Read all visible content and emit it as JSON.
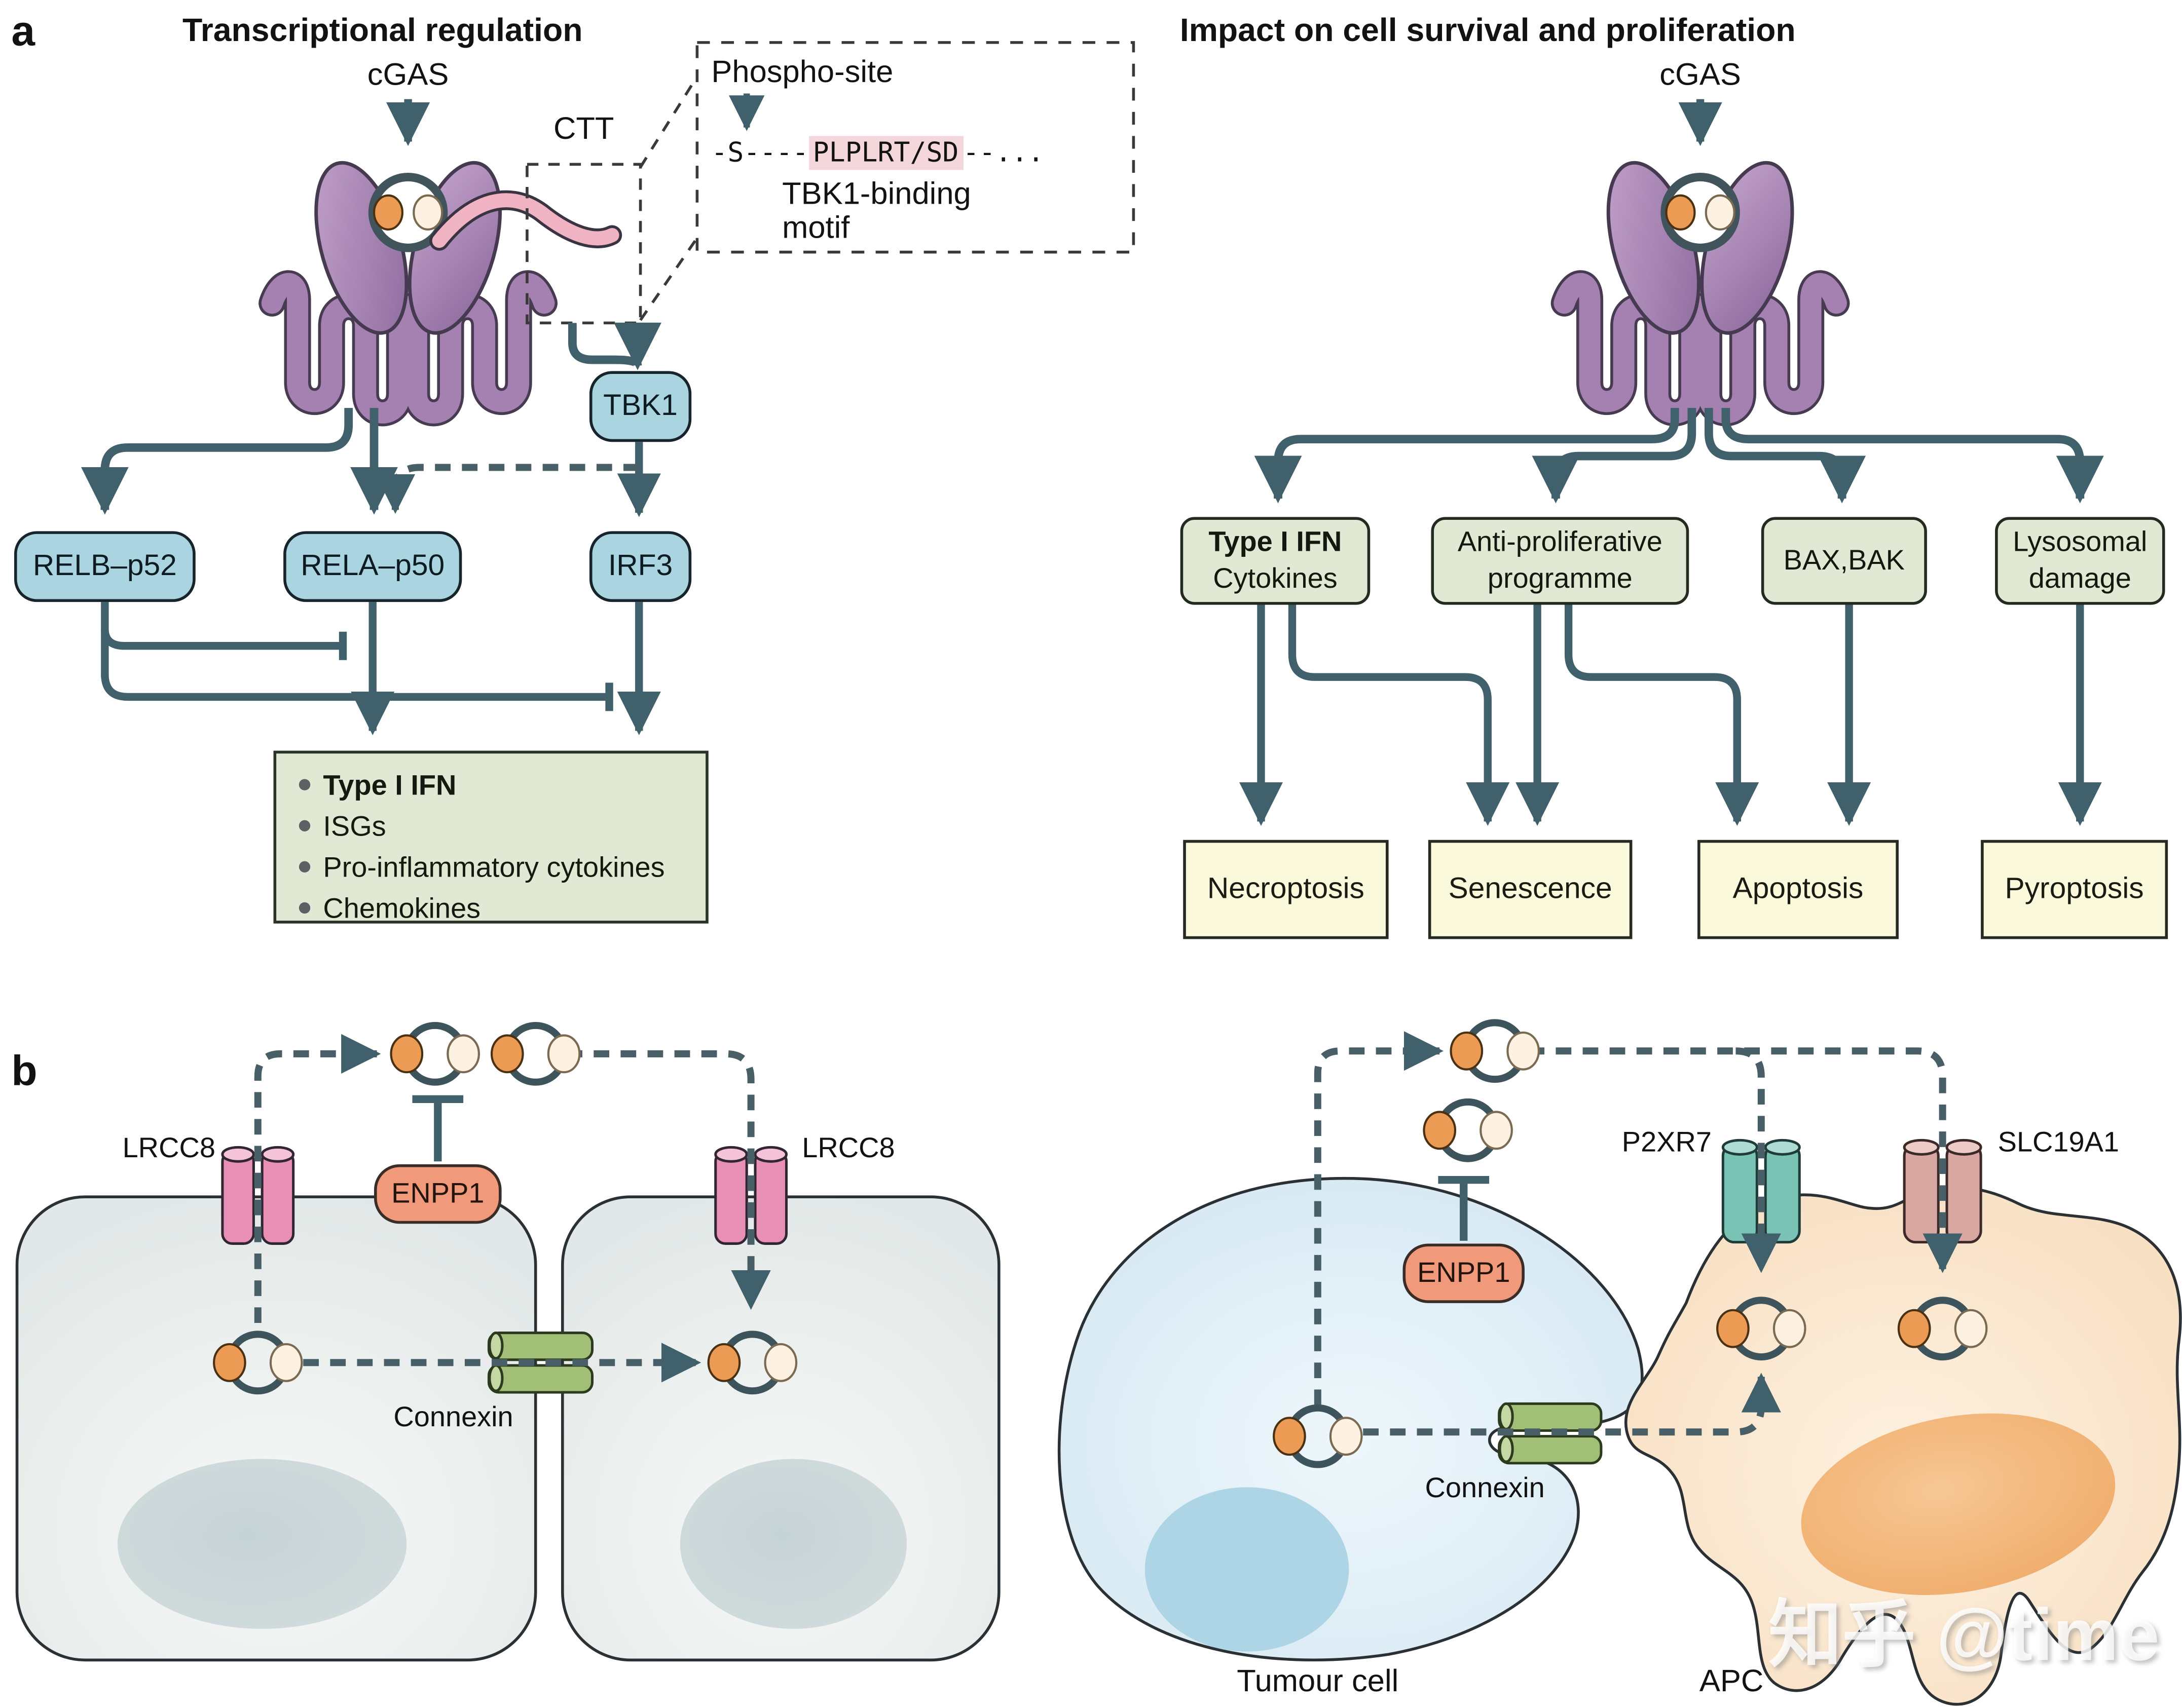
{
  "colors": {
    "arrow": "#40606c",
    "node_blue": "#aad4e0",
    "box_green": "#e1e8d3",
    "box_yellow": "#fbf9dc",
    "sting_purple": "#a581b1",
    "cgamp_orange": "#eb9b53",
    "cgamp_cream": "#fdf2e2",
    "enpp1_salmon": "#f0997b",
    "lrcc8_pink": "#e78fb4",
    "connexin_green": "#a2bf77",
    "p2xr7_teal": "#79c2b4",
    "slc19a1_rose": "#d9a7a2",
    "sequence_highlight": "#f3d7da"
  },
  "panel_a": {
    "label": "a",
    "left": {
      "title": "Transcriptional regulation",
      "cgas": "cGAS",
      "ctt": "CTT",
      "inset": {
        "phospho": "Phospho-site",
        "seq_pre": "-S----",
        "seq_highlight": "PLPLRT/SD",
        "seq_post": "--...",
        "motif1": "TBK1-binding",
        "motif2": "motif"
      },
      "tbk1": "TBK1",
      "relb": "RELB–p52",
      "rela": "RELA–p50",
      "irf3": "IRF3",
      "outputs": [
        "Type I IFN",
        "ISGs",
        "Pro-inflammatory cytokines",
        "Chemokines"
      ]
    },
    "right": {
      "title": "Impact on cell survival and proliferation",
      "cgas": "cGAS",
      "effectors": [
        {
          "line1": "Type I IFN",
          "line2": "Cytokines"
        },
        {
          "line1": "Anti-proliferative",
          "line2": "programme"
        },
        {
          "line1": "BAX,BAK",
          "line2": ""
        },
        {
          "line1": "Lysosomal",
          "line2": "damage"
        }
      ],
      "outcomes": [
        "Necroptosis",
        "Senescence",
        "Apoptosis",
        "Pyroptosis"
      ]
    }
  },
  "panel_b": {
    "label": "b",
    "left": {
      "lrcc8_a": "LRCC8",
      "lrcc8_b": "LRCC8",
      "enpp1": "ENPP1",
      "connexin": "Connexin"
    },
    "right": {
      "enpp1": "ENPP1",
      "p2xr7": "P2XR7",
      "slc19a1": "SLC19A1",
      "connexin": "Connexin",
      "tumour": "Tumour cell",
      "apc": "APC"
    }
  },
  "watermark": "知乎 @time"
}
